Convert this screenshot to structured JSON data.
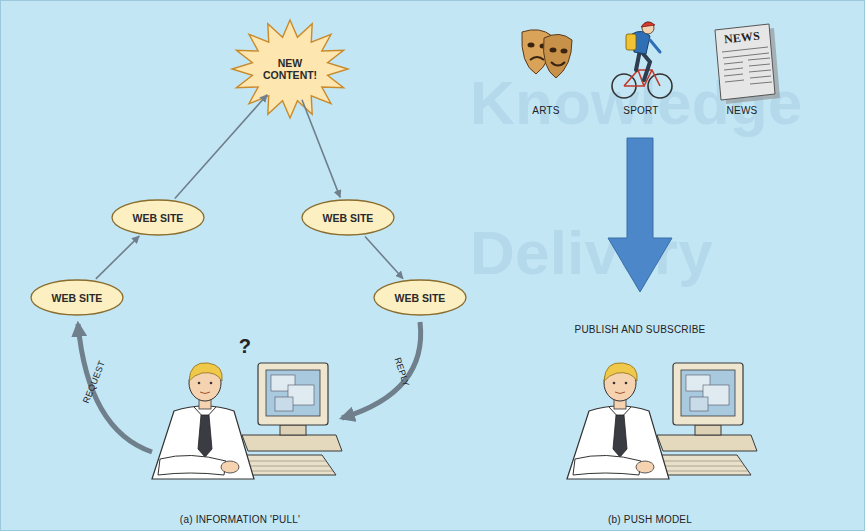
{
  "diagram": {
    "nodes": [
      {
        "text": [
          "NEW CONTENT!"
        ]
      },
      {
        "text": [
          "WEB SITE"
        ]
      },
      {
        "text": [
          "WEB SITE"
        ]
      },
      {
        "text": [
          "WEB SITE"
        ]
      },
      {
        "text": [
          "WEB SITE"
        ]
      }
    ],
    "edges": [
      {
        "from": 3,
        "to": 1,
        "arrow": "to"
      },
      {
        "from": 1,
        "to": 0,
        "arrow": "to"
      },
      {
        "from": 0,
        "to": 2,
        "arrow": "to"
      },
      {
        "from": 2,
        "to": 4,
        "arrow": "to"
      }
    ],
    "labels": [
      "?",
      "REQUEST",
      "REPLY",
      "(a) INFORMATION 'PULL'",
      "ARTS",
      "SPORT",
      "NEWS",
      "NEWS",
      "PUBLISH AND SUBSCRIBE",
      "(b) PUSH MODEL",
      "Knowledge Delivery"
    ]
  }
}
